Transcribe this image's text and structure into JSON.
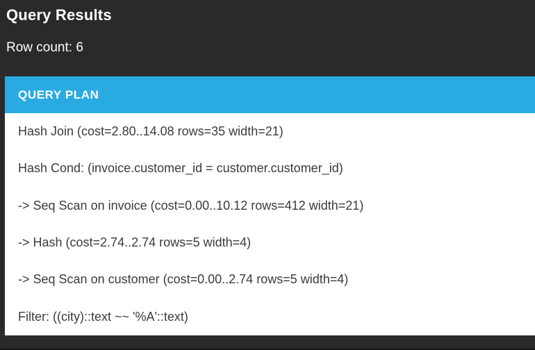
{
  "panel": {
    "title": "Query Results",
    "row_count_label": "Row count: 6"
  },
  "table": {
    "header": "QUERY PLAN",
    "rows": [
      "Hash Join (cost=2.80..14.08 rows=35 width=21)",
      "Hash Cond: (invoice.customer_id = customer.customer_id)",
      "-> Seq Scan on invoice (cost=0.00..10.12 rows=412 width=21)",
      "-> Hash (cost=2.74..2.74 rows=5 width=4)",
      "-> Seq Scan on customer (cost=0.00..2.74 rows=5 width=4)",
      "Filter: ((city)::text ~~ '%A'::text)"
    ]
  },
  "colors": {
    "background": "#2a2a2a",
    "header_blue": "#29abe2",
    "row_background": "#ffffff",
    "row_text": "#3b3b3b",
    "title_text": "#ffffff"
  }
}
